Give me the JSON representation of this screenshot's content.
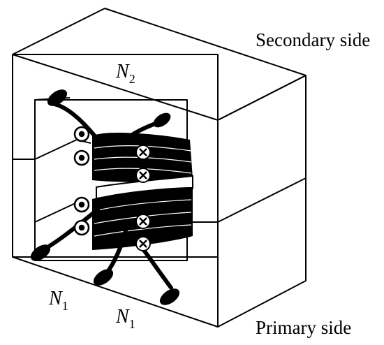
{
  "labels": {
    "secondary_side": "Secondary side",
    "primary_side": "Primary side"
  },
  "windings": {
    "secondary": {
      "symbol": "N",
      "subscript": "2"
    },
    "primary_left": {
      "symbol": "N",
      "subscript": "1"
    },
    "primary_right": {
      "symbol": "N",
      "subscript": "1"
    }
  },
  "current_markers": {
    "out_of_page": "dot-in-circle",
    "into_page": "cross-in-circle"
  },
  "colors": {
    "ink": "#000000",
    "background": "#ffffff"
  }
}
